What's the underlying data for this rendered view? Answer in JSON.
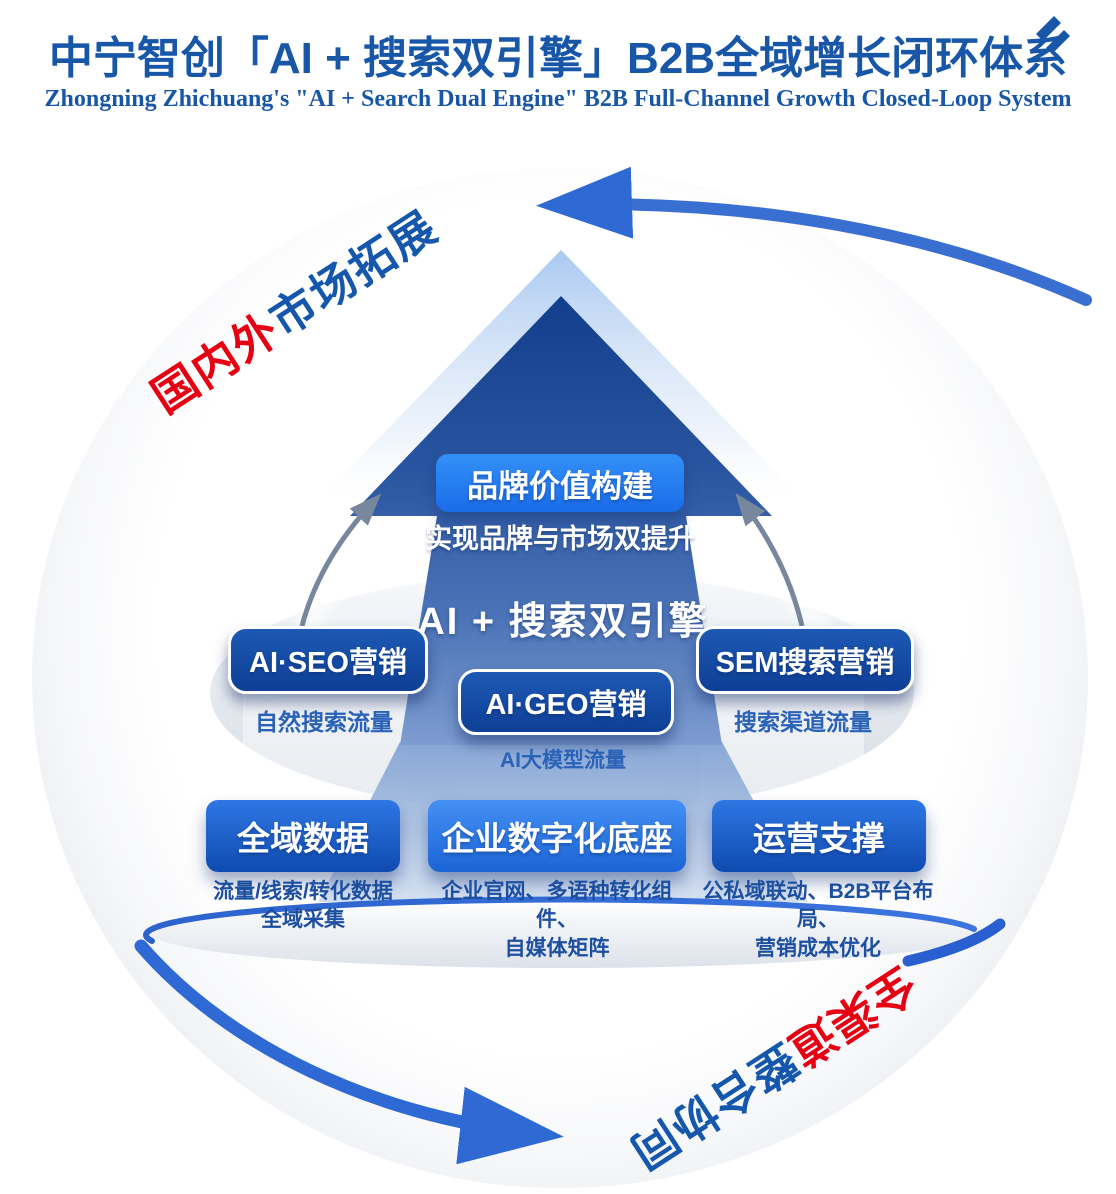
{
  "header": {
    "title": "中宁智创「AI + 搜索双引擎」B2B全域增长闭环体系",
    "subtitle": "Zhongning Zhichuang's \"AI + Search Dual Engine\" B2B Full-Channel Growth Closed-Loop System"
  },
  "cycle": {
    "top_label": {
      "red_part": "国内外",
      "blue_part": "市场拓展"
    },
    "bottom_label": {
      "red_part": "全渠道",
      "blue_part": "整合协同"
    }
  },
  "apex": {
    "button": "品牌价值构建",
    "caption": "实现品牌与市场双提升"
  },
  "engine": {
    "heading": "AI + 搜索双引擎",
    "left": {
      "button": "AI·SEO营销",
      "caption": "自然搜索流量"
    },
    "center": {
      "button": "AI·GEO营销",
      "caption": "AI大模型流量"
    },
    "right": {
      "button": "SEM搜索营销",
      "caption": "搜索渠道流量"
    }
  },
  "base": {
    "left": {
      "button": "全域数据",
      "caption_line1": "流量/线索/转化数据",
      "caption_line2": "全域采集"
    },
    "center": {
      "button": "企业数字化底座",
      "caption_line1": "企业官网、多语种转化组件、",
      "caption_line2": "自媒体矩阵"
    },
    "right": {
      "button": "运营支撑",
      "caption_line1": "公私域联动、B2B平台布局、",
      "caption_line2": "营销成本优化"
    }
  },
  "colors": {
    "title_blue": "#1856a8",
    "label_red": "#e60012",
    "label_blue": "#1557ac",
    "button_navy": "#0e3f96",
    "button_bright_blue": "#1f7bf0",
    "cycle_arrow_blue": "#2f6ad4",
    "caption_blue": "#2a62b8"
  }
}
